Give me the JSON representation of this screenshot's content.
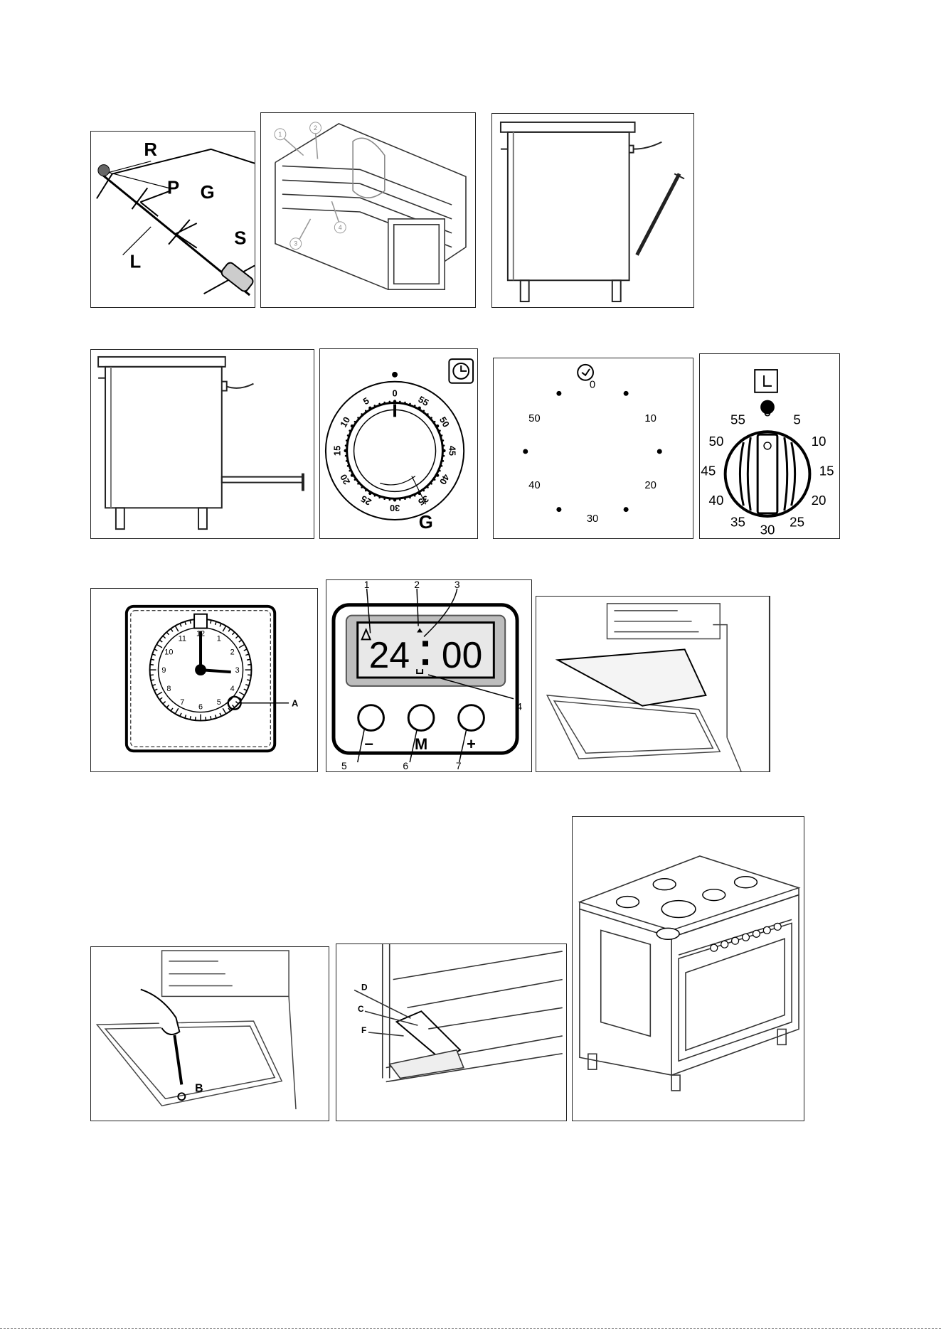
{
  "rotisserie": {
    "labels": [
      "R",
      "P",
      "G",
      "L",
      "S"
    ]
  },
  "racks": {
    "labels": [
      "1",
      "2",
      "3",
      "4"
    ]
  },
  "dial_g": {
    "numbers": [
      "0",
      "55",
      "50",
      "45",
      "40",
      "35",
      "30",
      "25",
      "20",
      "15",
      "10",
      "5"
    ],
    "label": "G"
  },
  "dial_clean": {
    "numbers": [
      "0",
      "10",
      "20",
      "30",
      "40",
      "50"
    ]
  },
  "knob_timer": {
    "numbers": [
      "0",
      "5",
      "10",
      "15",
      "20",
      "25",
      "30",
      "35",
      "40",
      "45",
      "50",
      "55"
    ]
  },
  "analog_clock": {
    "numbers": [
      "12",
      "1",
      "2",
      "3",
      "4",
      "5",
      "6",
      "7",
      "8",
      "9",
      "10",
      "11"
    ],
    "marker": "A"
  },
  "digital_timer": {
    "time_hours": "24",
    "time_minutes": "00",
    "callouts": [
      "1",
      "2",
      "3",
      "4",
      "5",
      "6",
      "7"
    ],
    "buttons": [
      "−",
      "M",
      "+"
    ]
  },
  "hinge_screw": {
    "label": "B"
  },
  "hinge_detail": {
    "labels": [
      "D",
      "C",
      "F"
    ]
  }
}
